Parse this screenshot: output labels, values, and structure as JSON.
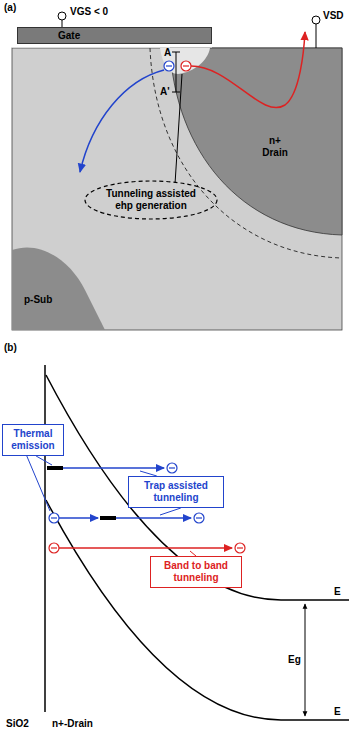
{
  "diagram": {
    "nodes": [
      {
        "text": [
          "Gate"
        ]
      },
      {
        "text": [
          "n+ Drain"
        ]
      },
      {
        "text": [
          "p-Sub"
        ]
      },
      {
        "text": [
          "Tunneling assisted ehp generation"
        ]
      },
      {
        "text": [
          "Thermal emission"
        ]
      },
      {
        "text": [
          "Trap assisted tunneling"
        ]
      },
      {
        "text": [
          "Band to band tunneling"
        ]
      }
    ],
    "labels": [
      "(a)",
      "VGS < 0",
      "VSD",
      "A",
      "A'",
      "(b)",
      "SiO2",
      "n+-Drain",
      "Eg",
      "E",
      "E"
    ]
  }
}
